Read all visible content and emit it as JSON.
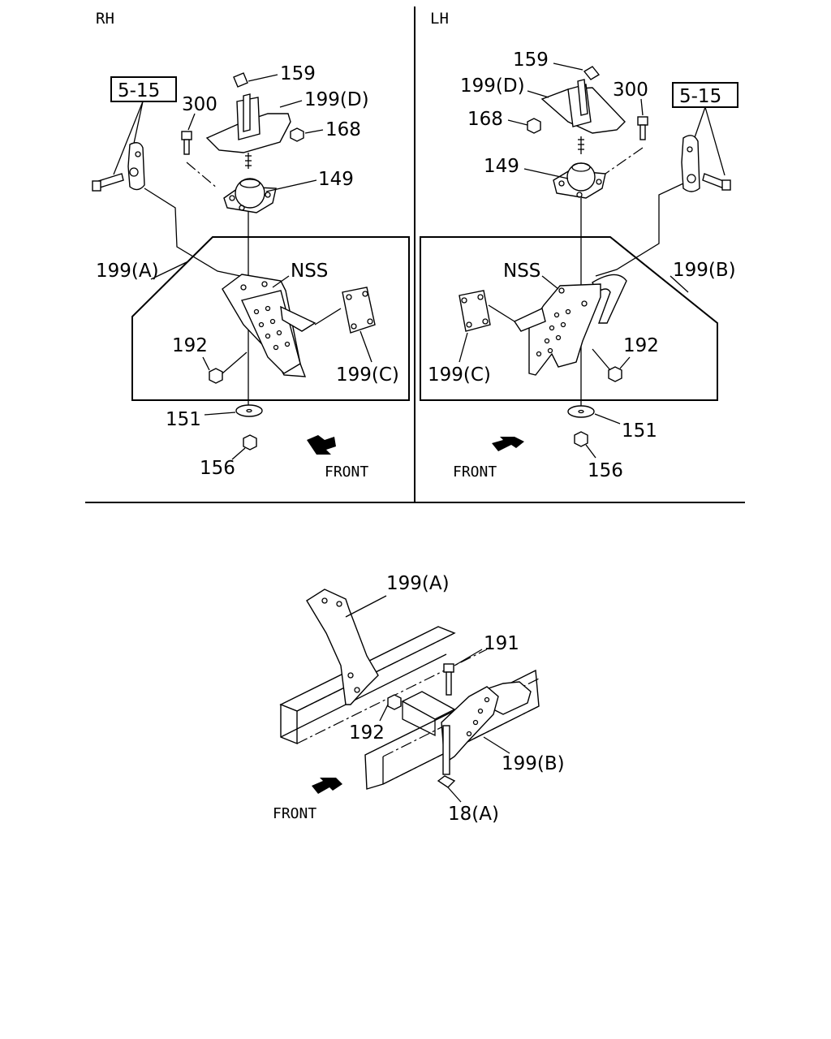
{
  "sections": {
    "rh_title": "RH",
    "lh_title": "LH"
  },
  "rh": {
    "ref": "5-15",
    "l159": "159",
    "l199d": "199(D)",
    "l300": "300",
    "l168": "168",
    "l149": "149",
    "l199a": "199(A)",
    "lnss": "NSS",
    "l192": "192",
    "l199c": "199(C)",
    "l151": "151",
    "l156": "156",
    "front": "FRONT"
  },
  "lh": {
    "ref": "5-15",
    "l159": "159",
    "l199d": "199(D)",
    "l300": "300",
    "l168": "168",
    "l149": "149",
    "l199b": "199(B)",
    "lnss": "NSS",
    "l192": "192",
    "l199c": "199(C)",
    "l151": "151",
    "l156": "156",
    "front": "FRONT"
  },
  "bottom": {
    "l199a": "199(A)",
    "l191": "191",
    "l192": "192",
    "l199b": "199(B)",
    "l18a": "18(A)",
    "front": "FRONT"
  },
  "colors": {
    "ink": "#000000",
    "paper": "#ffffff"
  }
}
